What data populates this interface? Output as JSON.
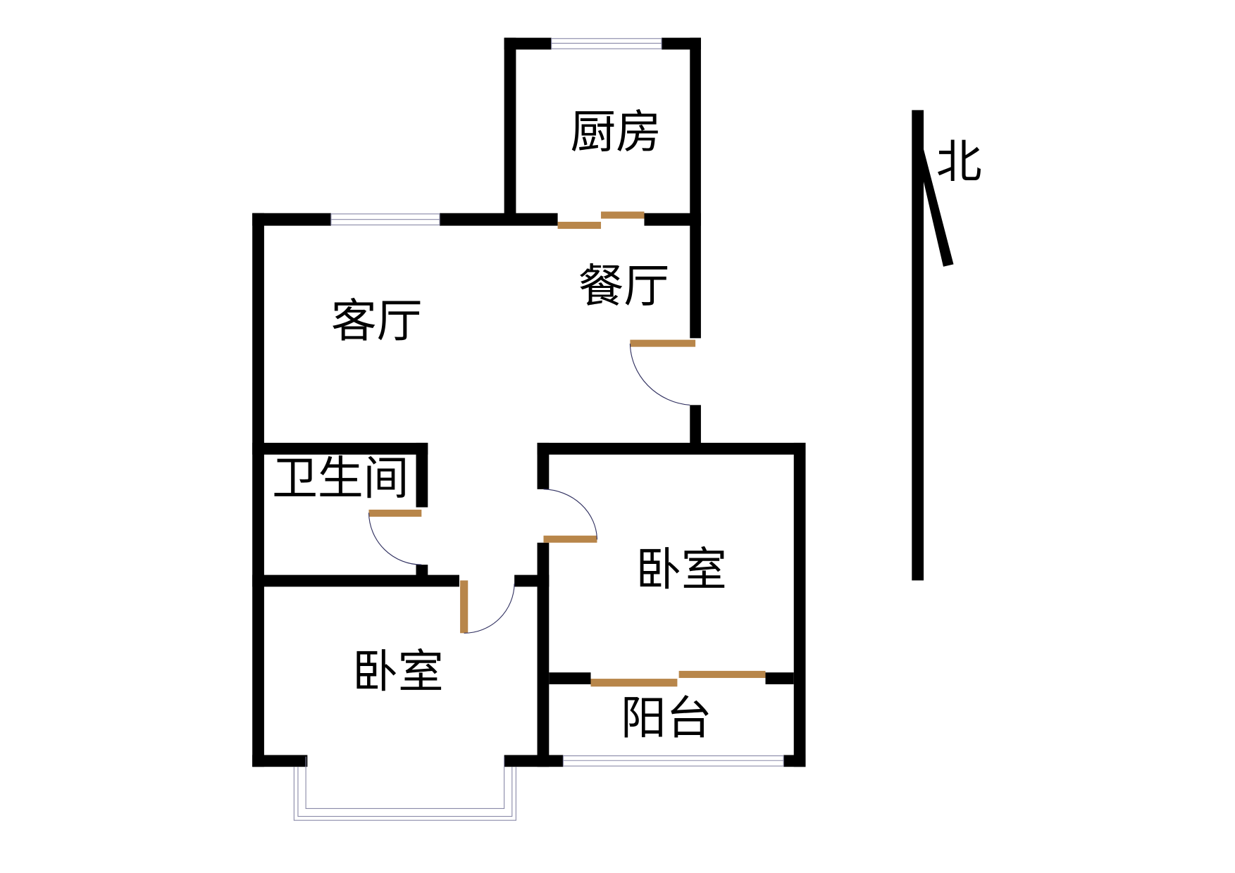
{
  "rooms": {
    "kitchen": "厨房",
    "dining": "餐厅",
    "living": "客厅",
    "bathroom": "卫生间",
    "bedroom_east": "卧室",
    "bedroom_west": "卧室",
    "balcony": "阳台"
  },
  "compass": {
    "label": "北"
  },
  "colors": {
    "wall": "#000000",
    "door": "#b8864a",
    "window": "#8a8aa8",
    "swing": "#303060"
  }
}
